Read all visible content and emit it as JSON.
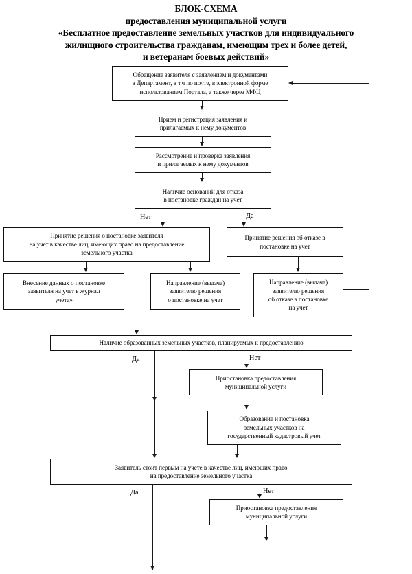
{
  "document": {
    "title_lines": [
      "БЛОК-СХЕМА",
      "предоставления муниципальной услуги",
      "«Бесплатное предоставление земельных участков для индивидуального",
      "жилищного строительства гражданам, имеющим трех и более детей,",
      "и ветеранам боевых действий»"
    ]
  },
  "chart_data": {
    "type": "diagram",
    "title": "БЛОК-СХЕМА предоставления муниципальной услуги «Бесплатное предоставление земельных участков для индивидуального жилищного строительства гражданам, имеющим трех и более детей, и ветеранам боевых действий»",
    "nodes": [
      {
        "id": "n1",
        "text": "Обращение заявителя с заявлением и документами\nв Департамент, в т.ч по почте, в электронной форме\nиспользованием Портала, а также через МФЦ"
      },
      {
        "id": "n2",
        "text": "Прием и регистрация заявления и\nприлагаемых к нему документов"
      },
      {
        "id": "n3",
        "text": "Рассмотрение и проверка заявления\nи прилагаемых к нему документов"
      },
      {
        "id": "n4",
        "text": "Наличие оснований для отказа\nв постановке граждан на учет"
      },
      {
        "id": "n5",
        "text": "Принятие решения о постановке заявителя\nна учет в качестве лиц, имеющих право на предоставление\nземельного участка"
      },
      {
        "id": "n6",
        "text": "Принятие решения об отказе в\nпостановке на учет"
      },
      {
        "id": "n7",
        "text": "Внесение данных о постановке\nзаявителя на учет в журнал\nучета»"
      },
      {
        "id": "n8",
        "text": "Направление (выдача)\nзаявителю решения\nо постановке на учет"
      },
      {
        "id": "n9",
        "text": "Направление (выдача)\nзаявителю решения\nоб отказе в  постановке\nна учет"
      },
      {
        "id": "n10",
        "text": "Наличие образованных земельных участков, планируемых  к предоставлению"
      },
      {
        "id": "n11",
        "text": "Приостановка предоставления\nмуниципальной услуги"
      },
      {
        "id": "n12",
        "text": "Образование и постановка\nземельных участков на\nгосударственный кадастровый учет"
      },
      {
        "id": "n13",
        "text": "Заявитель стоит первым на учете в качестве лиц, имеющих право\nна предоставление земельного участка"
      },
      {
        "id": "n14",
        "text": "Приостановка предоставления\nмуниципальной услуги"
      }
    ],
    "branch_labels": [
      {
        "id": "b1",
        "text": "Нет"
      },
      {
        "id": "b2",
        "text": "Да"
      },
      {
        "id": "b3",
        "text": "Да"
      },
      {
        "id": "b4",
        "text": "Нет"
      },
      {
        "id": "b5",
        "text": "Да"
      },
      {
        "id": "b6",
        "text": "Нет"
      }
    ],
    "edges": [
      {
        "from": "n1",
        "to": "n2",
        "label": ""
      },
      {
        "from": "n2",
        "to": "n3",
        "label": ""
      },
      {
        "from": "n3",
        "to": "n4",
        "label": ""
      },
      {
        "from": "n4",
        "to": "n5",
        "label": "Нет"
      },
      {
        "from": "n4",
        "to": "n6",
        "label": "Да"
      },
      {
        "from": "n5",
        "to": "n7",
        "label": ""
      },
      {
        "from": "n5",
        "to": "n8",
        "label": ""
      },
      {
        "from": "n6",
        "to": "n9",
        "label": ""
      },
      {
        "from": "n5",
        "to": "n10",
        "label": ""
      },
      {
        "from": "n9",
        "to": "n1",
        "label": ""
      },
      {
        "from": "n10",
        "to": "n13",
        "label": "Да"
      },
      {
        "from": "n10",
        "to": "n11",
        "label": "Нет"
      },
      {
        "from": "n11",
        "to": "n12",
        "label": ""
      },
      {
        "from": "n12",
        "to": "n13",
        "label": ""
      },
      {
        "from": "n13",
        "to": "below",
        "label": "Да"
      },
      {
        "from": "n13",
        "to": "n14",
        "label": "Нет"
      },
      {
        "from": "n14",
        "to": "below",
        "label": ""
      }
    ]
  }
}
